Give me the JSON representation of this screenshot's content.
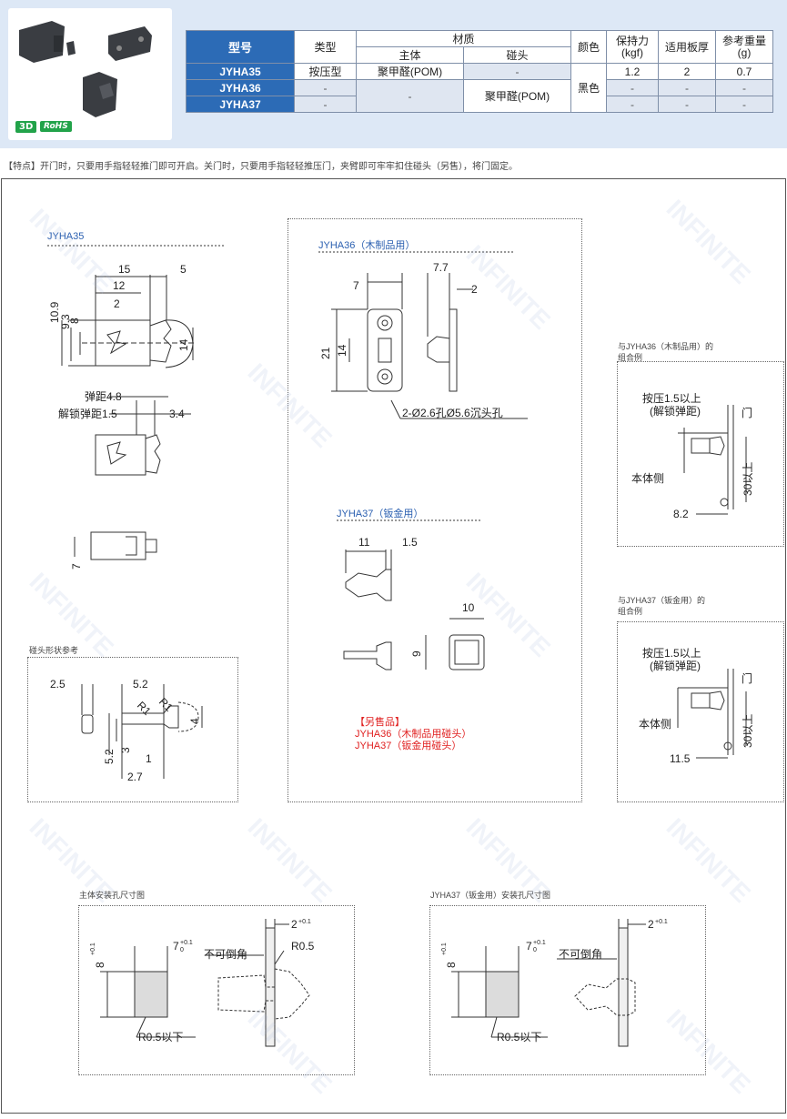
{
  "badges": {
    "three_d": "3D",
    "rohs": "RoHS"
  },
  "table": {
    "headers": {
      "model": "型号",
      "type": "类型",
      "material": "材质",
      "body": "主体",
      "strike": "碰头",
      "color": "颜色",
      "force": "保持力",
      "force_unit": "(kgf)",
      "thickness": "适用板厚",
      "weight": "参考重量",
      "weight_unit": "(g)"
    },
    "rows": [
      {
        "model": "JYHA35",
        "type": "按压型",
        "body": "聚甲醛(POM)",
        "strike": "-",
        "force": "1.2",
        "thickness": "2",
        "weight": "0.7"
      },
      {
        "model": "JYHA36",
        "type": "-",
        "force": "-",
        "thickness": "-",
        "weight": "-"
      },
      {
        "model": "JYHA37",
        "type": "-",
        "force": "-",
        "thickness": "-",
        "weight": "-"
      }
    ],
    "merged_body": "-",
    "merged_strike": "聚甲醛(POM)",
    "merged_color": "黑色"
  },
  "feature_text": "【特点】开门时，只要用手指轻轻推门即可开启。关门时，只要用手指轻轻推压门，夹臂即可牢牢扣住碰头（另售），将门固定。",
  "sections": {
    "jyha35": "JYHA35",
    "jyha36": "JYHA36（木制品用）",
    "jyha37": "JYHA37（钣金用）",
    "strike_shape": "碰头形状参考",
    "combo36": "与JYHA36（木制品用）的",
    "combo37": "与JYHA37（钣金用）的",
    "combo_example": "组合例",
    "mount_hole": "主体安装孔尺寸图",
    "mount37": "JYHA37（钣金用）安装孔尺寸图"
  },
  "sold_separately": {
    "title": "【另售品】",
    "line1": "JYHA36（木制品用碰头）",
    "line2": "JYHA37（钣金用碰头）"
  },
  "dims": {
    "d15": "15",
    "d5": "5",
    "d12": "12",
    "d2": "2",
    "d109": "10.9",
    "d93": "9.3",
    "d8": "8",
    "d14": "14",
    "spring": "弹距4.8",
    "release": "解锁弹距1.5",
    "d34": "3.4",
    "d7": "7",
    "d77": "7.7",
    "d21": "21",
    "hole": "2-Ø2.6孔Ø5.6沉头孔",
    "d11": "11",
    "d15b": "1.5",
    "d10": "10",
    "d9": "9",
    "d25": "2.5",
    "d52": "5.2",
    "r1": "R1",
    "d4": "4",
    "d3": "3",
    "d1": "1",
    "d27": "2.7",
    "press": "按压1.5以上",
    "press_note": "(解锁弹距)",
    "door": "门",
    "body_side": "本体侧",
    "up30": "30以上",
    "d82": "8.2",
    "d115": "11.5",
    "no_chamfer": "不可倒角",
    "r05": "R0.5",
    "r05less": "R0.5以下",
    "m7": "7",
    "m8": "8",
    "m2": "2",
    "tol": "+0.1",
    "tol0": "0"
  },
  "watermark": "INFINITE"
}
